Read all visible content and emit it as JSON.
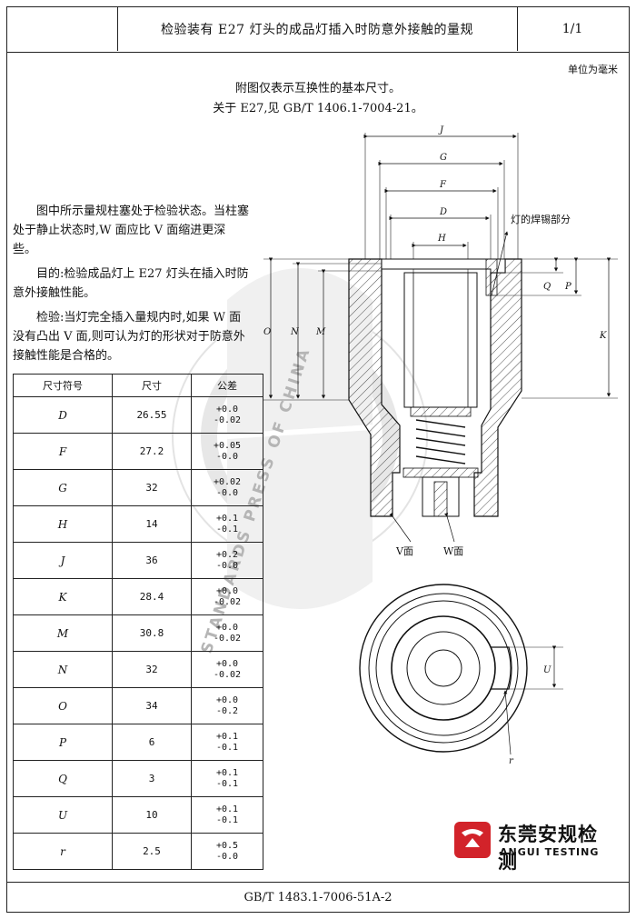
{
  "header": {
    "title": "检验装有 E27 灯头的成品灯插入时防意外接触的量规",
    "page": "1/1"
  },
  "unit_note": "单位为毫米",
  "intro": {
    "line1": "附图仅表示互换性的基本尺寸。",
    "line2": "关于 E27,见 GB/T 1406.1-7004-21。"
  },
  "description": {
    "p1": "图中所示量规柱塞处于检验状态。当柱塞处于静止状态时,W 面应比 V 面缩进更深些。",
    "p2": "目的:检验成品灯上 E27 灯头在插入时防意外接触性能。",
    "p3": "检验:当灯完全插入量规内时,如果 W 面没有凸出 V 面,则可认为灯的形状对于防意外接触性能是合格的。"
  },
  "table": {
    "headers": [
      "尺寸符号",
      "尺寸",
      "公差"
    ],
    "rows": [
      {
        "symbol": "D",
        "size": "26.55",
        "tol_upper": "+0.0",
        "tol_lower": "-0.02"
      },
      {
        "symbol": "F",
        "size": "27.2",
        "tol_upper": "+0.05",
        "tol_lower": "-0.0"
      },
      {
        "symbol": "G",
        "size": "32",
        "tol_upper": "+0.02",
        "tol_lower": "-0.0"
      },
      {
        "symbol": "H",
        "size": "14",
        "tol_upper": "+0.1",
        "tol_lower": "-0.1"
      },
      {
        "symbol": "J",
        "size": "36",
        "tol_upper": "+0.2",
        "tol_lower": "-0.0"
      },
      {
        "symbol": "K",
        "size": "28.4",
        "tol_upper": "+0.0",
        "tol_lower": "-0.02"
      },
      {
        "symbol": "M",
        "size": "30.8",
        "tol_upper": "+0.0",
        "tol_lower": "-0.02"
      },
      {
        "symbol": "N",
        "size": "32",
        "tol_upper": "+0.0",
        "tol_lower": "-0.02"
      },
      {
        "symbol": "O",
        "size": "34",
        "tol_upper": "+0.0",
        "tol_lower": "-0.2"
      },
      {
        "symbol": "P",
        "size": "6",
        "tol_upper": "+0.1",
        "tol_lower": "-0.1"
      },
      {
        "symbol": "Q",
        "size": "3",
        "tol_upper": "+0.1",
        "tol_lower": "-0.1"
      },
      {
        "symbol": "U",
        "size": "10",
        "tol_upper": "+0.1",
        "tol_lower": "-0.1"
      },
      {
        "symbol": "r",
        "size": "2.5",
        "tol_upper": "+0.5",
        "tol_lower": "-0.0"
      }
    ]
  },
  "drawing": {
    "dim_labels": {
      "J": "J",
      "G": "G",
      "F": "F",
      "D": "D",
      "H": "H",
      "O": "O",
      "N": "N",
      "M": "M",
      "K": "K",
      "P": "P",
      "Q": "Q",
      "U": "U",
      "r": "r"
    },
    "solder_label": "灯的焊锡部分",
    "v_face": "V面",
    "w_face": "W面"
  },
  "watermark": {
    "text": "STANDARDS PRESS OF CHINA",
    "color": "#c8c8c8"
  },
  "logo": {
    "cn": "东莞安规检测",
    "en": "ANGUI TESTING",
    "color": "#d2232a"
  },
  "footer": "GB/T 1483.1-7006-51A-2"
}
